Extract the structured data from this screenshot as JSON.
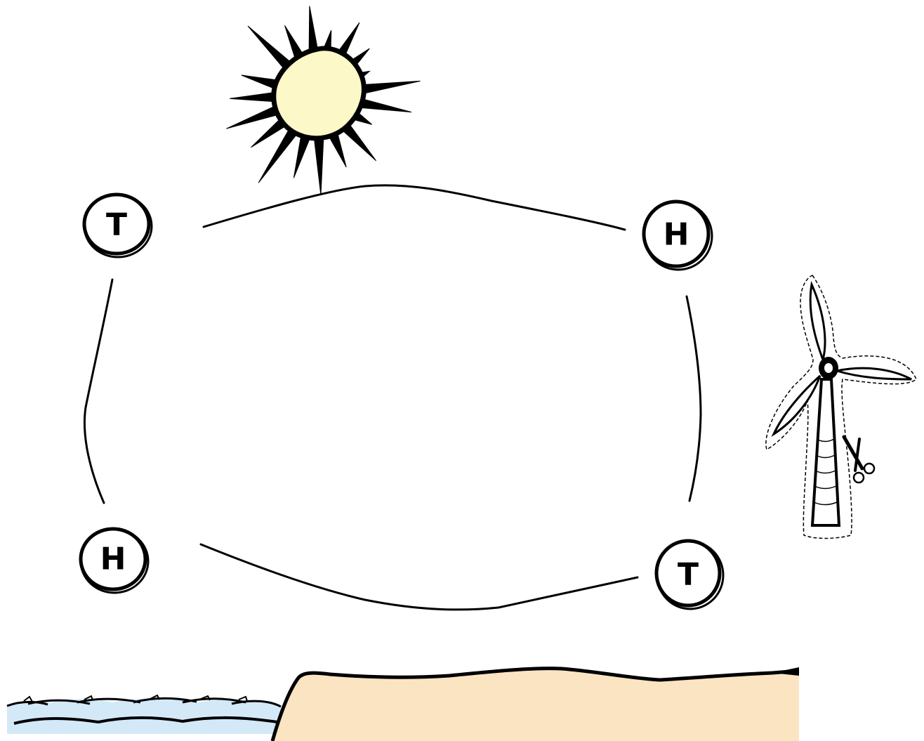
{
  "diagram": {
    "nodes": [
      {
        "id": "top-left",
        "label": "T"
      },
      {
        "id": "top-right",
        "label": "H"
      },
      {
        "id": "bottom-left",
        "label": "H"
      },
      {
        "id": "bottom-right",
        "label": "T"
      }
    ],
    "icons": {
      "sun": "sun-icon",
      "wind_turbine": "wind-turbine-cutout-icon",
      "scissors": "scissors-icon",
      "sea": "sea-waves-icon",
      "land": "land-icon"
    },
    "colors": {
      "sun_fill": "#fdf8c8",
      "sea_fill": "#d4e9f7",
      "land_fill": "#fbe4c2",
      "stroke": "#000000"
    }
  }
}
